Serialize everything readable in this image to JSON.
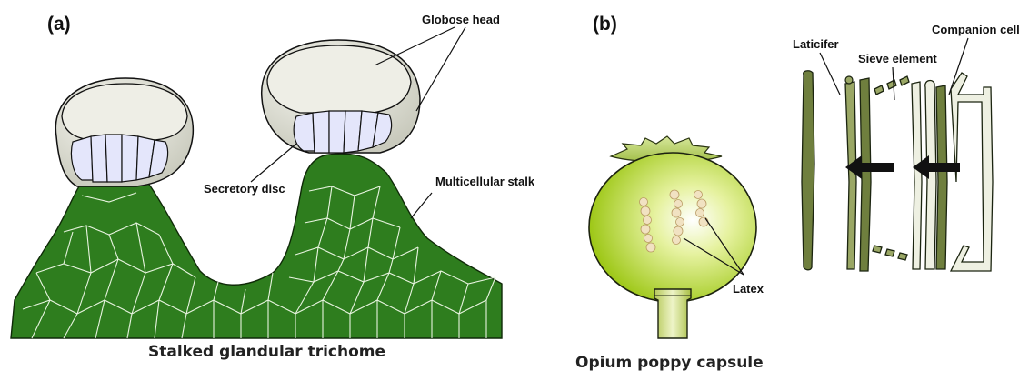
{
  "panel_a": {
    "letter": "(a)",
    "labels": {
      "globose_head": "Globose head",
      "secretory_disc": "Secretory disc",
      "multicellular_stalk": "Multicellular stalk"
    },
    "caption": "Stalked glandular trichome"
  },
  "panel_b": {
    "letter": "(b)",
    "labels": {
      "latex": "Latex",
      "laticifer": "Laticifer",
      "sieve_element": "Sieve element",
      "companion_cell": "Companion cell"
    },
    "caption": "Opium poppy capsule"
  },
  "colors": {
    "stalk_green": "#2e7d1e",
    "head_grey": "#e7e7df",
    "disc_lilac": "#e4e6fb",
    "capsule_green": "#a8d01a",
    "latex_cream": "#f1e2c2"
  }
}
